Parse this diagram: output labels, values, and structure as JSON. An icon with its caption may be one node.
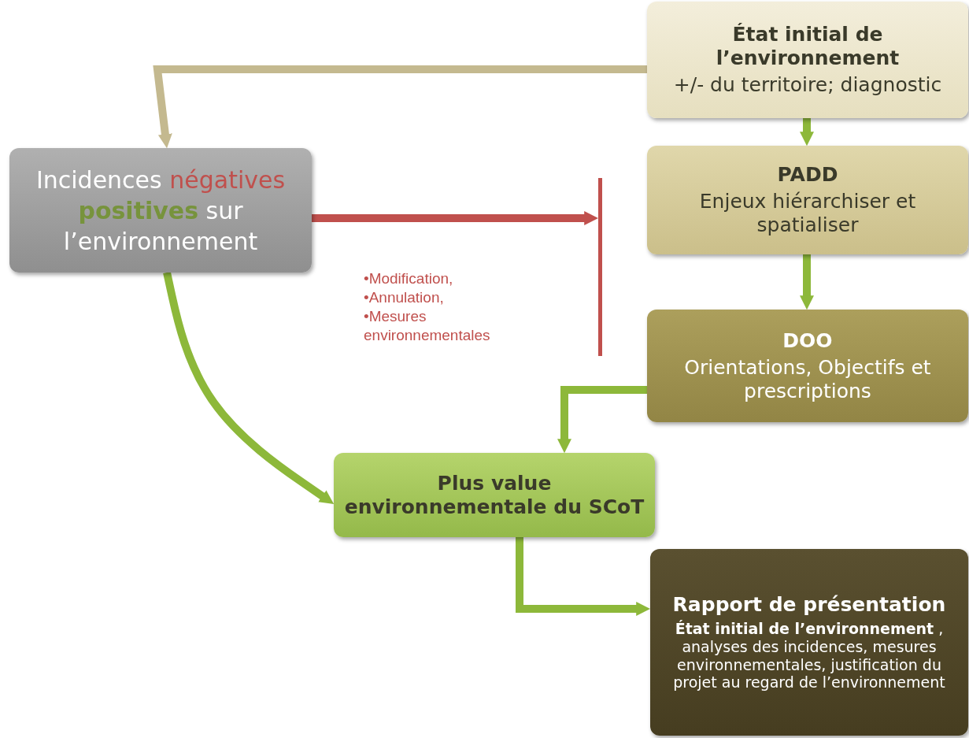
{
  "diagram": {
    "nodes": [
      {
        "text": [
          "État initial de l’environnement",
          "+/- du territoire; diagnostic"
        ]
      },
      {
        "text": [
          "Incidences",
          "négatives",
          "positives",
          "sur l’environnement"
        ]
      },
      {
        "text": [
          "PADD",
          "Enjeux hiérarchiser et spatialiser"
        ]
      },
      {
        "text": [
          "DOO",
          "Orientations, Objectifs et prescriptions"
        ]
      },
      {
        "text": [
          "Plus value environnementale du SCoT"
        ]
      },
      {
        "text": [
          "Rapport de présentation",
          "**État initial de l’environnement** , analyses des incidences, mesures environnementales, justification du projet au regard de l’environnement"
        ]
      },
      {
        "text": [],
        "shape": "bar"
      }
    ],
    "edges": [
      {
        "from": 0,
        "to": 1,
        "arrow": "to",
        "color": "#c4b98f"
      },
      {
        "from": 0,
        "to": 2,
        "arrow": "to"
      },
      {
        "from": 2,
        "to": 3,
        "arrow": "to"
      },
      {
        "from": 3,
        "to": 4,
        "arrow": "to"
      },
      {
        "from": 4,
        "to": 5,
        "arrow": "to"
      },
      {
        "from": 1,
        "to": 4,
        "arrow": "to"
      },
      {
        "from": 1,
        "to": 6,
        "arrow": "to",
        "color": "#c0504d"
      }
    ],
    "labels": [
      "•Modification,",
      "•Annulation,",
      "•Mesures environnementales"
    ]
  }
}
